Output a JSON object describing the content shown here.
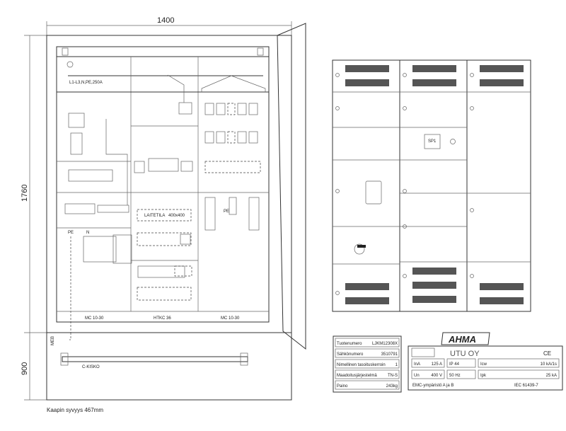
{
  "dimensions": {
    "width": "1400",
    "height_top": "1760",
    "height_bottom": "900",
    "depth_note": "Kaapin syvyys 467mm"
  },
  "side_view": {
    "busbar_label": "L1-L3,N,PE,250A",
    "equipment_space_label": "LAITETILA",
    "equipment_space_size": "400x400",
    "pe_label": "PE",
    "rail_label": "C-KISKO",
    "meb_label": "MEB",
    "column_labels": [
      "MC 10-30",
      "HTKC 36",
      "MC 10-30"
    ],
    "terminal_labels": [
      "PE",
      "N"
    ]
  },
  "front_view": {
    "meter_label": "SP1"
  },
  "info_table": {
    "rows": [
      {
        "label": "Tuotenumero",
        "value": "LJKM12308X"
      },
      {
        "label": "Sähkönumero",
        "value": "3510791"
      },
      {
        "label": "Nimellinen tasoituskerroin",
        "value": "1"
      },
      {
        "label": "Maadoitusjärjestelmä",
        "value": "TN-S"
      },
      {
        "label": "Paino",
        "value": "243kg"
      }
    ]
  },
  "nameplate": {
    "brand": "AHMA",
    "company": "UTU OY",
    "marks": "CE",
    "cells": [
      {
        "label": "InA",
        "value": "125 A"
      },
      {
        "label": "IP 44",
        "value": ""
      },
      {
        "label": "Icw",
        "value": "10 kA/1s"
      },
      {
        "label": "Un",
        "value": "400 V"
      },
      {
        "label": "50 Hz",
        "value": ""
      },
      {
        "label": "Ipk",
        "value": "25 kA"
      }
    ],
    "emc": "EMC-ympäristö  A  ja  B",
    "standard": "IEC 61439-7"
  }
}
